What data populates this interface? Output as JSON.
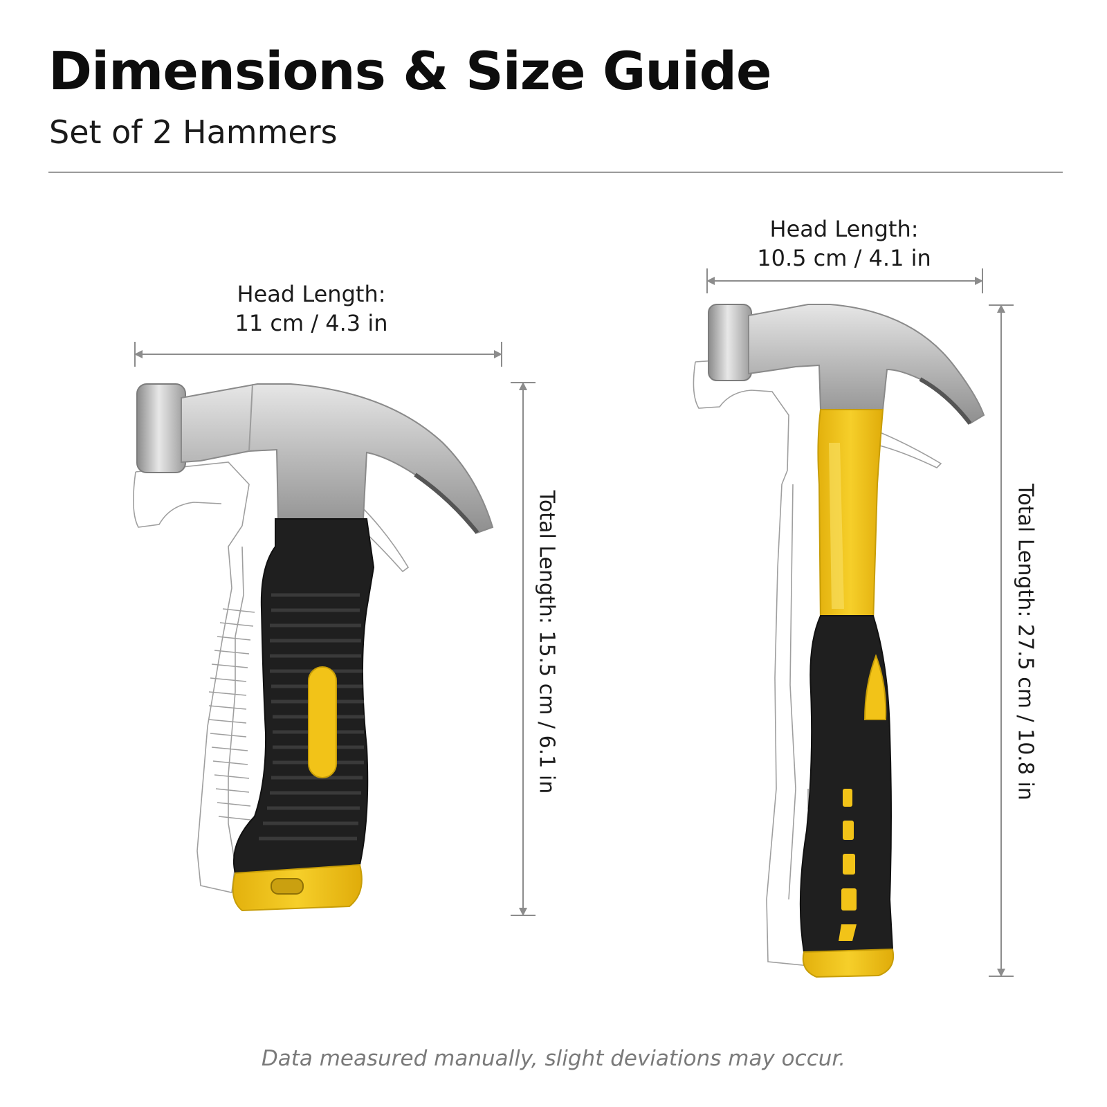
{
  "header": {
    "title": "Dimensions & Size Guide",
    "subtitle": "Set of 2 Hammers"
  },
  "hammers": [
    {
      "head_label": "Head Length:",
      "head_value": "11 cm / 4.3 in",
      "total_value": "Total Length: 15.5 cm / 6.1 in"
    },
    {
      "head_label": "Head Length:",
      "head_value": "10.5 cm / 4.1 in",
      "total_value": "Total Length: 27.5 cm / 10.8 in"
    }
  ],
  "footer": {
    "note": "Data measured manually, slight deviations may occur."
  },
  "colors": {
    "yellow": "#f2c318",
    "black": "#1e1e1e",
    "steel": "#c9c9c9",
    "dimension_line": "#8c8c8c"
  }
}
